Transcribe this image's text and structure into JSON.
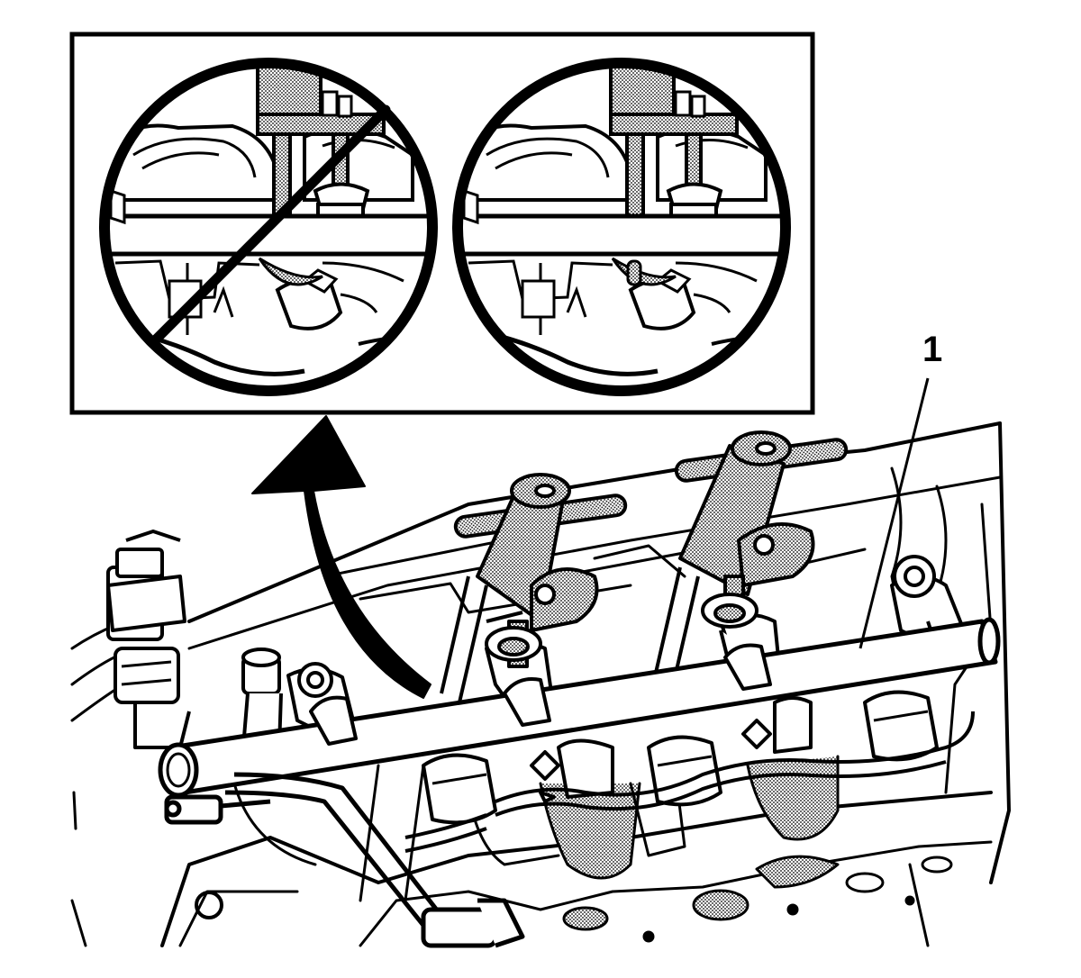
{
  "figure": {
    "callouts": [
      {
        "id": "1",
        "label": "1",
        "target": "fuel-rail"
      }
    ],
    "inset": {
      "panels": [
        {
          "name": "incorrect-removal",
          "prohibited": true
        },
        {
          "name": "correct-removal",
          "prohibited": false
        }
      ]
    },
    "icons": {
      "arrow": "curved-arrow-icon",
      "prohibited": "prohibited-slash-icon"
    },
    "colors": {
      "ink": "#000000",
      "paper": "#ffffff",
      "hatch": "#8a8a8a"
    }
  }
}
